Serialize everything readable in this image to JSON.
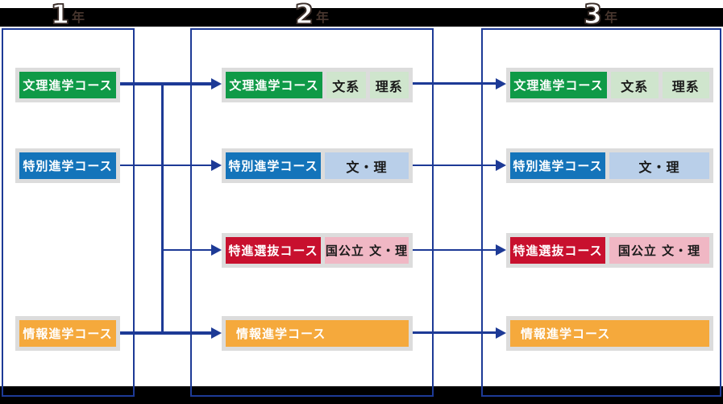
{
  "diagram_title": "course-progression-flow",
  "years": {
    "y1_num": "1",
    "y2_num": "2",
    "y3_num": "3",
    "suffix": "年"
  },
  "col1": {
    "bunri": "文理進学コース",
    "tokubetsu": "特別進学コース",
    "joho": "情報進学コース"
  },
  "col2": {
    "bunri": "文理進学コース",
    "bunri_bunkei": "文系",
    "bunri_rikei": "理系",
    "tokubetsu": "特別進学コース",
    "tokubetsu_track": "文・理",
    "tokushin": "特進選抜コース",
    "tokushin_track": "国公立 文・理",
    "joho": "情報進学コース"
  },
  "col3": {
    "bunri": "文理進学コース",
    "bunri_bunkei": "文系",
    "bunri_rikei": "理系",
    "tokubetsu": "特別進学コース",
    "tokubetsu_track": "文・理",
    "tokushin": "特進選抜コース",
    "tokushin_track": "国公立 文・理",
    "joho": "情報進学コース"
  },
  "palette": {
    "navy_lines": "#1d3a96",
    "green_course": "#0f9a47",
    "blue_course": "#1474ba",
    "red_course": "#c8102e",
    "orange_course": "#f5a93c",
    "light_green_track": "#cfe5cd",
    "light_blue_track": "#b9cfe9",
    "pink_track": "#f0b7c4",
    "frame_gray": "#dcdcdc",
    "header_text": "#3a2d28",
    "margin_black": "#000000"
  }
}
